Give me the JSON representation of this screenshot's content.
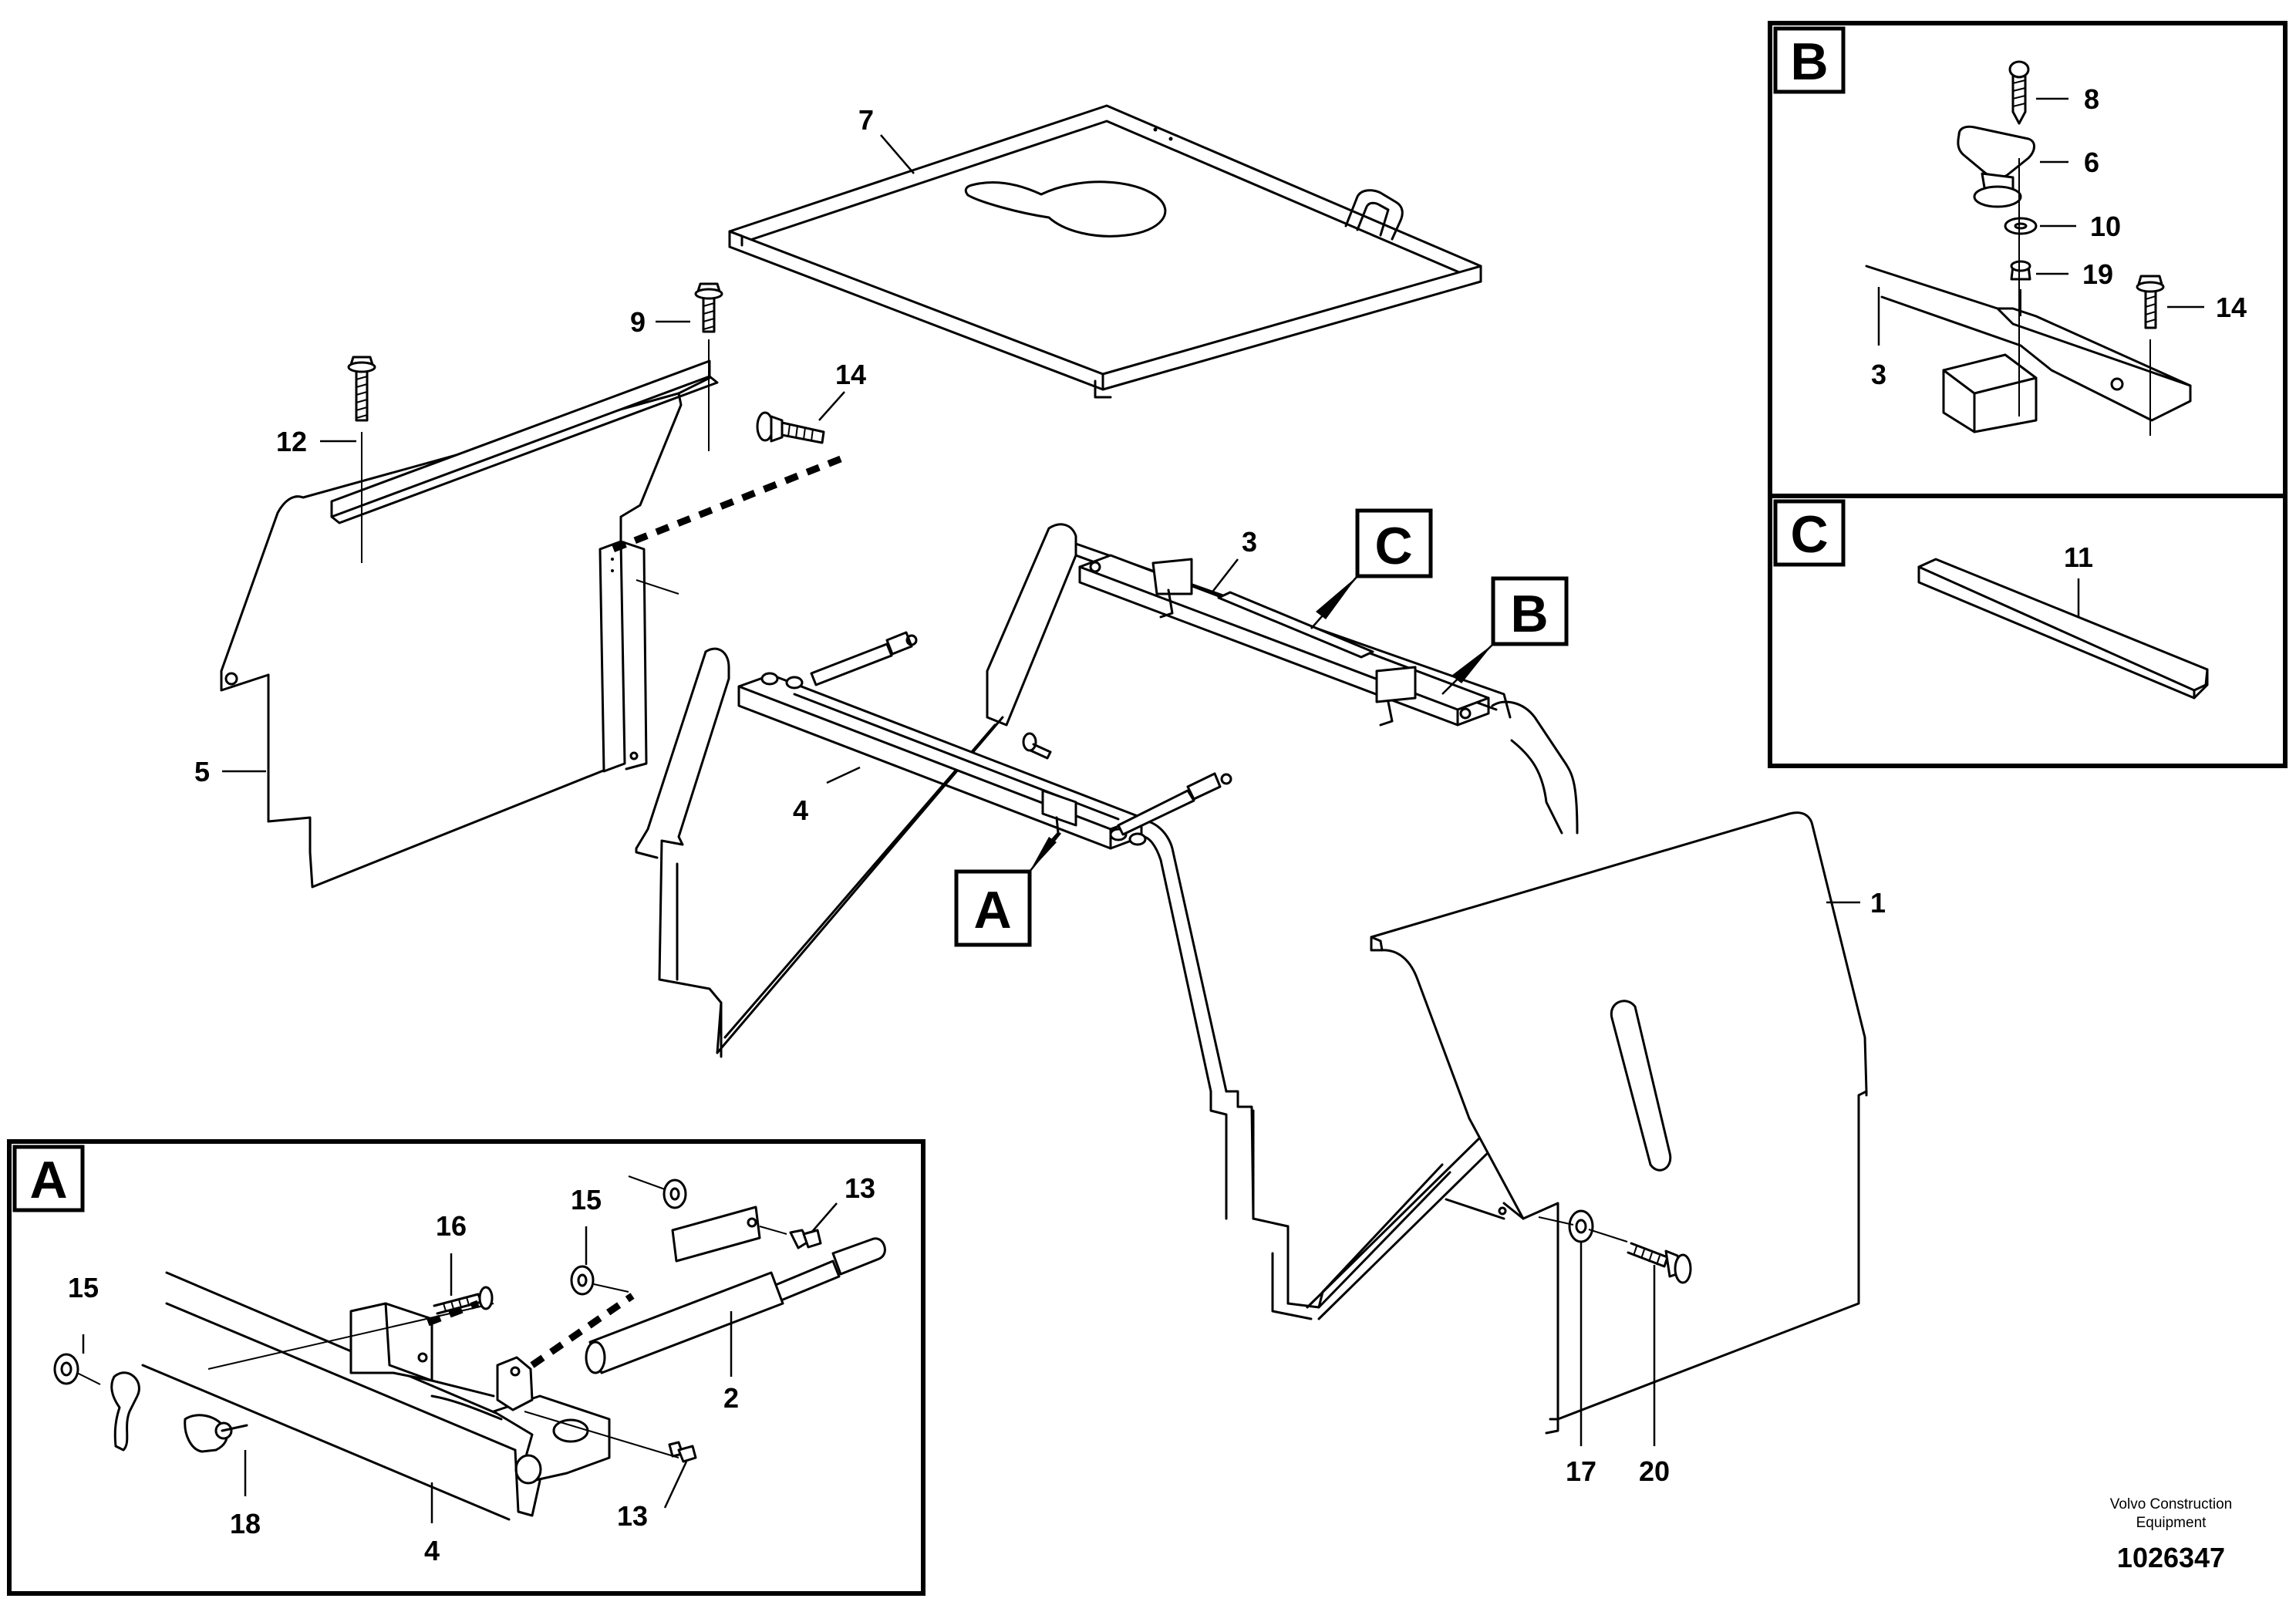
{
  "callouts": {
    "A": "A",
    "B": "B",
    "C": "C"
  },
  "labels": {
    "n1": "1",
    "n2": "2",
    "n3": "3",
    "n4": "4",
    "n5": "5",
    "n6": "6",
    "n7": "7",
    "n8": "8",
    "n9": "9",
    "n10": "10",
    "n11": "11",
    "n12": "12",
    "n13": "13",
    "n14": "14",
    "n15": "15",
    "n16": "16",
    "n17": "17",
    "n18": "18",
    "n19": "19",
    "n20": "20"
  },
  "footer": {
    "company_line1": "Volvo Construction",
    "company_line2": "Equipment",
    "document_number": "1026347"
  }
}
